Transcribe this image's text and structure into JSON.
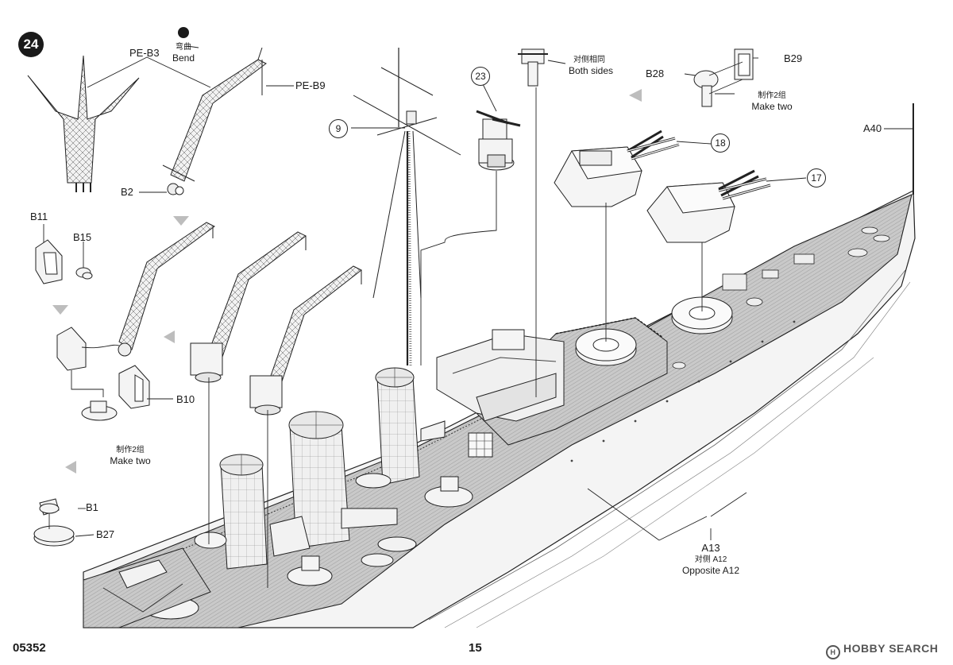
{
  "step": "24",
  "footer": {
    "code": "05352",
    "page": "15"
  },
  "watermark": "HOBBY SEARCH",
  "labels": {
    "pe_b3": "PE-B3",
    "bend_cn": "弯曲",
    "bend_en": "Bend",
    "pe_b9": "PE-B9",
    "b2": "B2",
    "b11": "B11",
    "b15": "B15",
    "b10": "B10",
    "make_two_cn_left": "制作2组",
    "make_two_en_left": "Make two",
    "b1": "B1",
    "b27": "B27",
    "c23": "23",
    "both_sides_cn": "对侧相同",
    "both_sides_en": "Both sides",
    "c9": "9",
    "b28": "B28",
    "b29": "B29",
    "make_two_cn_right": "制作2组",
    "make_two_en_right": "Make two",
    "a40": "A40",
    "c18": "18",
    "c17": "17",
    "a13": "A13",
    "opp_cn": "对侧 A12",
    "opp_en": "Opposite A12"
  }
}
